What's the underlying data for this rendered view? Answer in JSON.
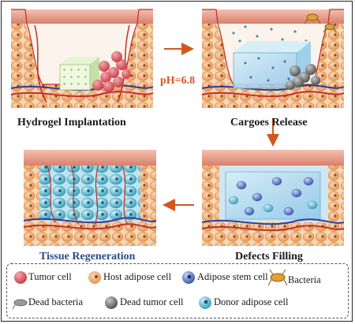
{
  "panels": [
    {
      "label": "Hydrogel Implantation"
    },
    {
      "label": "Cargoes Release"
    },
    {
      "label": "Tissue Regeneration"
    },
    {
      "label": "Defects Filling"
    }
  ],
  "transition_label": "pH=6.8",
  "legend": {
    "row1": [
      {
        "label": "Tumor cell",
        "icon": "tumor-cell-icon"
      },
      {
        "label": "Host adipose cell",
        "icon": "host-adipose-cell-icon"
      },
      {
        "label": "Adipose stem cell",
        "icon": "adipose-stem-cell-icon"
      },
      {
        "label": "Bacteria",
        "icon": "bacteria-icon"
      }
    ],
    "row2": [
      {
        "label": "Dead bacteria",
        "icon": "dead-bacteria-icon"
      },
      {
        "label": "Dead tumor cell",
        "icon": "dead-tumor-cell-icon"
      },
      {
        "label": "Donor adipose cell",
        "icon": "donor-adipose-cell-icon"
      }
    ]
  },
  "colors": {
    "tumor": "#e0626a",
    "host_adipose": "#f0a05a",
    "stem": "#5a78c8",
    "donor": "#4fb3cc",
    "dead": "#7a7a7a",
    "arrow": "#d4561e",
    "skin": "#e8a090",
    "vessel_red": "#c0302a",
    "vessel_blue": "#2c3c9c",
    "regen_title": "#2b4a8a"
  }
}
